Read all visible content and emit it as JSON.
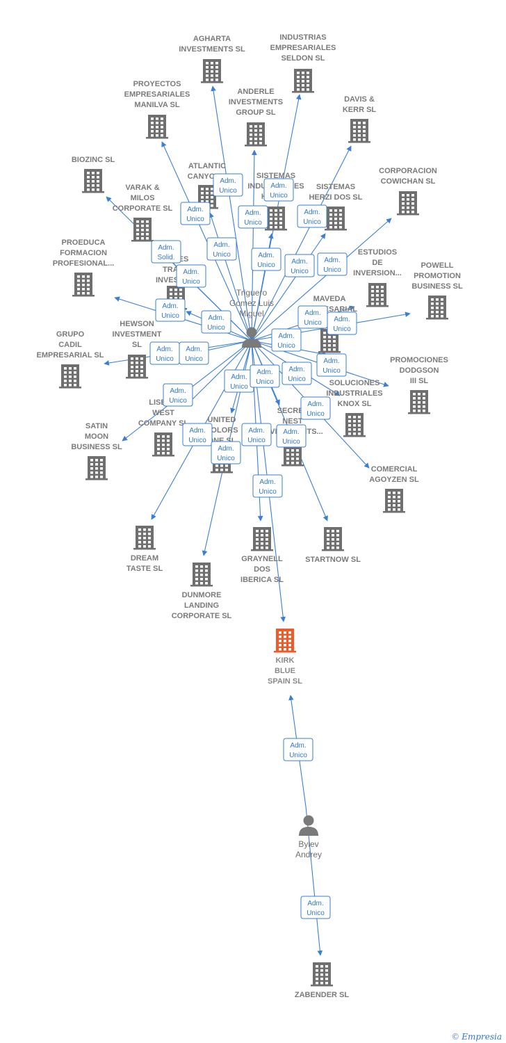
{
  "colors": {
    "edge": "#3a7fd5",
    "company": "#6f6f6f",
    "company_highlight": "#f05a28",
    "person": "#7a7a7a",
    "label_text": "#7a7a7a",
    "rel_border": "#3a7fd5",
    "rel_text": "#2f78c8"
  },
  "icons": {
    "company": "building-icon",
    "person": "person-icon"
  },
  "persons": [
    {
      "id": "p_triguero",
      "lines": [
        "Triguero",
        "Gomez Luis",
        "Miguel"
      ]
    },
    {
      "id": "p_bylev",
      "lines": [
        "Bylev",
        "Andrey"
      ]
    }
  ],
  "companies": [
    {
      "id": "agharta",
      "lines": [
        "AGHARTA",
        "INVESTMENTS SL"
      ]
    },
    {
      "id": "industrias",
      "lines": [
        "INDUSTRIAS",
        "EMPRESARIALES",
        "SELDON SL"
      ]
    },
    {
      "id": "proyectos",
      "lines": [
        "PROYECTOS",
        "EMPRESARIALES",
        "MANILVA SL"
      ]
    },
    {
      "id": "anderle",
      "lines": [
        "ANDERLE",
        "INVESTMENTS",
        "GROUP SL"
      ]
    },
    {
      "id": "davis",
      "lines": [
        "DAVIS &",
        "KERR SL"
      ]
    },
    {
      "id": "biozinc",
      "lines": [
        "BIOZINC SL"
      ]
    },
    {
      "id": "atlantic",
      "lines": [
        "ATLANTIC",
        "CANYON..."
      ]
    },
    {
      "id": "sistemas_ind",
      "lines": [
        "SISTEMAS",
        "INDUSTRIALES",
        "HERZI..."
      ]
    },
    {
      "id": "sistemas_herzi",
      "lines": [
        "SISTEMAS",
        "HERZI DOS SL"
      ]
    },
    {
      "id": "corporacion",
      "lines": [
        "CORPORACION",
        "COWICHAN SL"
      ]
    },
    {
      "id": "varak",
      "lines": [
        "VARAK &",
        "MILOS",
        "CORPORATE SL"
      ]
    },
    {
      "id": "proeduca",
      "lines": [
        "PROEDUCA",
        "FORMACION",
        "PROFESIONAL..."
      ]
    },
    {
      "id": "estudios",
      "lines": [
        "ESTUDIOS",
        "DE",
        "INVERSION..."
      ]
    },
    {
      "id": "powell",
      "lines": [
        "POWELL",
        "PROMOTION",
        "BUSINESS  SL"
      ]
    },
    {
      "id": "trees",
      "lines": [
        "TREES",
        "TRADE",
        "INVESTM..."
      ]
    },
    {
      "id": "maveda",
      "lines": [
        "MAVEDA",
        "EMPRESARIAL"
      ]
    },
    {
      "id": "hewson",
      "lines": [
        "HEWSON",
        "INVESTMENT",
        "SL"
      ]
    },
    {
      "id": "grupo",
      "lines": [
        "GRUPO",
        "CADIL",
        "EMPRESARIAL SL"
      ]
    },
    {
      "id": "promociones",
      "lines": [
        "PROMOCIONES",
        "DODGSON",
        "III SL"
      ]
    },
    {
      "id": "soluciones",
      "lines": [
        "SOLUCIONES",
        "INDUSTRIALES",
        "KNOX SL"
      ]
    },
    {
      "id": "lisbon",
      "lines": [
        "LISBON",
        "WEST",
        "COMPANY  SL"
      ]
    },
    {
      "id": "satin",
      "lines": [
        "SATIN",
        "MOON",
        "BUSINESS SL"
      ]
    },
    {
      "id": "united",
      "lines": [
        "UNITED",
        "COLORS",
        "ONE SL"
      ]
    },
    {
      "id": "secret",
      "lines": [
        "SECRET",
        "NEST",
        "INVESTMENTS..."
      ]
    },
    {
      "id": "comercial",
      "lines": [
        "COMERCIAL",
        "AGOYZEN SL"
      ]
    },
    {
      "id": "dream",
      "lines": [
        "DREAM",
        "TASTE SL"
      ]
    },
    {
      "id": "graynell",
      "lines": [
        "GRAYNELL",
        "DOS",
        "IBERICA  SL"
      ]
    },
    {
      "id": "startnow",
      "lines": [
        "STARTNOW SL"
      ]
    },
    {
      "id": "dunmore",
      "lines": [
        "DUNMORE",
        "LANDING",
        "CORPORATE SL"
      ]
    },
    {
      "id": "kirk",
      "lines": [
        "KIRK",
        "BLUE",
        "SPAIN  SL"
      ],
      "highlight": true
    },
    {
      "id": "zabender",
      "lines": [
        "ZABENDER  SL"
      ]
    }
  ],
  "relations": [
    {
      "from": "p_triguero",
      "to": "agharta",
      "label": [
        "Adm.",
        "Unico"
      ]
    },
    {
      "from": "p_triguero",
      "to": "industrias",
      "label": [
        "Adm.",
        "Unico"
      ]
    },
    {
      "from": "p_triguero",
      "to": "proyectos",
      "label": [
        "Adm.",
        "Unico"
      ]
    },
    {
      "from": "p_triguero",
      "to": "anderle",
      "label": [
        "Adm.",
        "Unico"
      ]
    },
    {
      "from": "p_triguero",
      "to": "davis",
      "label": [
        "Adm.",
        "Unico"
      ]
    },
    {
      "from": "p_triguero",
      "to": "biozinc",
      "label": [
        "Adm.",
        "Solid."
      ]
    },
    {
      "from": "p_triguero",
      "to": "atlantic",
      "label": [
        "Adm.",
        "Unico"
      ]
    },
    {
      "from": "p_triguero",
      "to": "sistemas_ind",
      "label": [
        "Adm.",
        "Unico"
      ]
    },
    {
      "from": "p_triguero",
      "to": "sistemas_herzi",
      "label": [
        "Adm.",
        "Unico"
      ]
    },
    {
      "from": "p_triguero",
      "to": "corporacion",
      "label": [
        "Adm.",
        "Unico"
      ]
    },
    {
      "from": "p_triguero",
      "to": "varak",
      "label": [
        "Adm.",
        "Unico"
      ]
    },
    {
      "from": "p_triguero",
      "to": "proeduca",
      "label": [
        "Adm.",
        "Unico"
      ]
    },
    {
      "from": "p_triguero",
      "to": "estudios",
      "label": [
        "Adm.",
        "Unico"
      ]
    },
    {
      "from": "p_triguero",
      "to": "powell",
      "label": [
        "Adm.",
        "Unico"
      ]
    },
    {
      "from": "p_triguero",
      "to": "trees",
      "label": [
        "Adm.",
        "Unico"
      ]
    },
    {
      "from": "p_triguero",
      "to": "maveda",
      "label": [
        "Adm.",
        "Unico"
      ]
    },
    {
      "from": "p_triguero",
      "to": "hewson",
      "label": [
        "Adm.",
        "Unico"
      ]
    },
    {
      "from": "p_triguero",
      "to": "grupo",
      "label": [
        "Adm.",
        "Unico"
      ]
    },
    {
      "from": "p_triguero",
      "to": "promociones",
      "label": [
        "Adm.",
        "Unico"
      ]
    },
    {
      "from": "p_triguero",
      "to": "soluciones",
      "label": [
        "Adm.",
        "Unico"
      ]
    },
    {
      "from": "p_triguero",
      "to": "lisbon",
      "label": [
        "Adm.",
        "Unico"
      ]
    },
    {
      "from": "p_triguero",
      "to": "satin",
      "label": [
        "Adm.",
        "Unico"
      ]
    },
    {
      "from": "p_triguero",
      "to": "united",
      "label": [
        "Adm.",
        "Unico"
      ]
    },
    {
      "from": "p_triguero",
      "to": "secret",
      "label": [
        "Adm.",
        "Unico"
      ]
    },
    {
      "from": "p_triguero",
      "to": "comercial",
      "label": [
        "Adm.",
        "Unico"
      ]
    },
    {
      "from": "p_triguero",
      "to": "dream",
      "label": [
        "Adm.",
        "Unico"
      ]
    },
    {
      "from": "p_triguero",
      "to": "graynell",
      "label": [
        "Adm.",
        "Unico"
      ]
    },
    {
      "from": "p_triguero",
      "to": "startnow",
      "label": [
        "Adm.",
        "Unico"
      ]
    },
    {
      "from": "p_triguero",
      "to": "dunmore",
      "label": [
        "Adm.",
        "Unico"
      ]
    },
    {
      "from": "p_triguero",
      "to": "kirk",
      "label": [
        "Adm.",
        "Unico"
      ]
    },
    {
      "from": "p_bylev",
      "to": "kirk",
      "label": [
        "Adm.",
        "Unico"
      ]
    },
    {
      "from": "p_bylev",
      "to": "zabender",
      "label": [
        "Adm.",
        "Unico"
      ]
    }
  ],
  "footer": {
    "copyright": "©",
    "brand": "Empresia"
  }
}
